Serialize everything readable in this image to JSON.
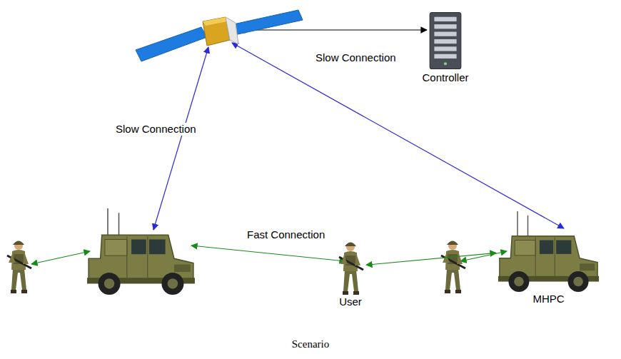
{
  "diagram": {
    "caption": "Scenario",
    "nodes": [
      {
        "text": [
          "Controller"
        ]
      },
      {
        "text": [
          "User"
        ]
      },
      {
        "text": [
          "MHPC"
        ]
      }
    ],
    "edges": [
      {
        "from": 1,
        "to": 2,
        "arrow": "both"
      }
    ],
    "labels": [
      "Slow Connection",
      "Slow Connection",
      "Fast Connection"
    ]
  }
}
